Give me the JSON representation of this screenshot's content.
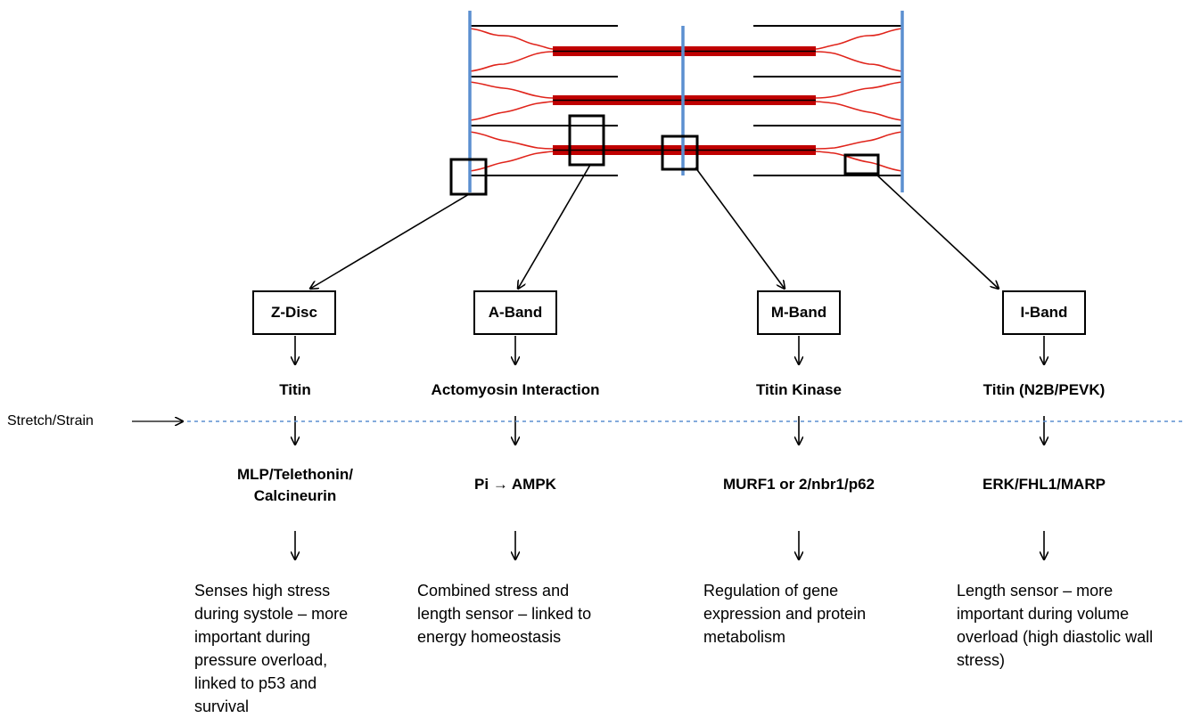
{
  "stretch_label": "Stretch/Strain",
  "colors": {
    "z_disc_line": "#5b8fd0",
    "titin": "#e0241b",
    "thick_filament": "#c00000",
    "dashed_line": "#5b8fd0",
    "outline": "#000000"
  },
  "columns": [
    {
      "box": "Z-Disc",
      "step1": "Titin",
      "step2": "MLP/Telethonin/\nCalcineurin",
      "description": "Senses high stress during systole – more important during pressure overload, linked to p53 and survival"
    },
    {
      "box": "A-Band",
      "step1": "Actomyosin Interaction",
      "step2": "Pi → AMPK",
      "description": "Combined stress and length sensor – linked to energy homeostasis"
    },
    {
      "box": "M-Band",
      "step1": "Titin Kinase",
      "step2": "MURF1 or 2/nbr1/p62",
      "description": "Regulation of gene expression and protein metabolism"
    },
    {
      "box": "I-Band",
      "step1": "Titin (N2B/PEVK)",
      "step2": "ERK/FHL1/MARP",
      "description": "Length sensor – more important during volume overload (high diastolic wall stress)"
    }
  ]
}
